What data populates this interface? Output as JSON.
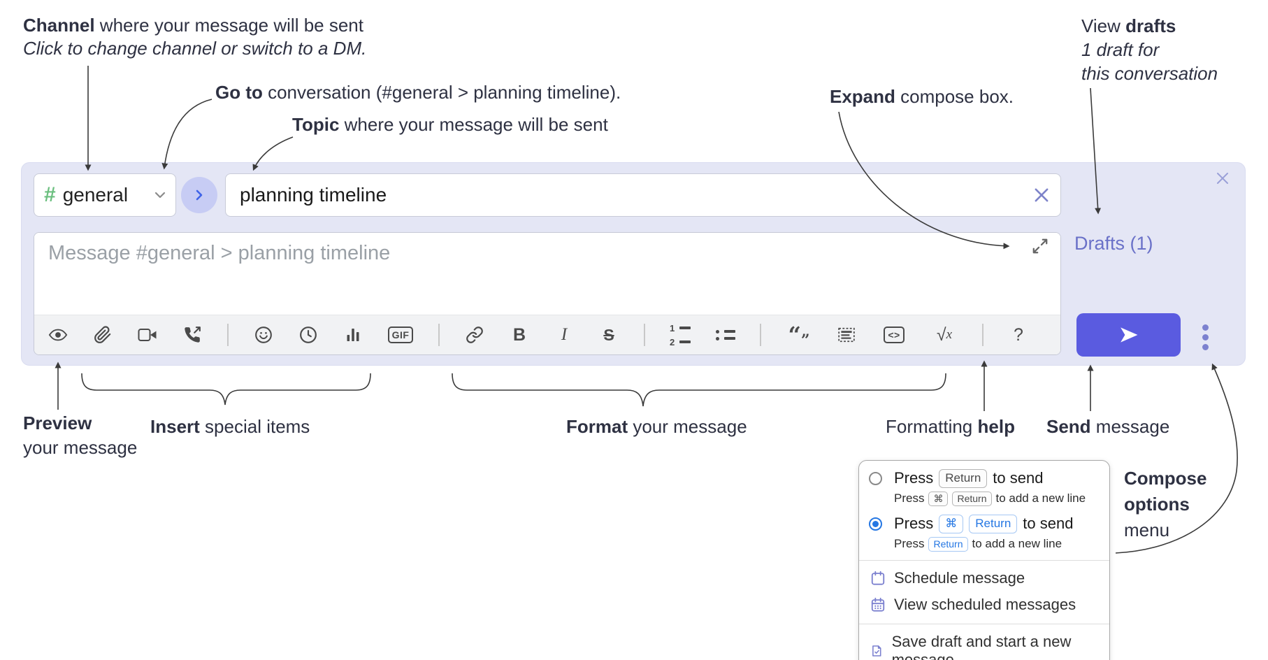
{
  "colors": {
    "compose_background": "#e4e6f5",
    "send_button_accent": "#5a5be0",
    "drafts_link": "#6a71c8",
    "channel_hash_green": "#6bbf7f",
    "goto_chevron_blue": "#3f63e8",
    "radio_selected_blue": "#2577e3",
    "menu_icon_purple": "#7b80cf",
    "annotation_text": "#2e3142"
  },
  "annotations": {
    "channel": {
      "bold": "Channel",
      "rest": " where your message will be sent",
      "sub_italic": "Click to change channel or switch to a DM."
    },
    "go_to": {
      "bold": "Go to",
      "rest": " conversation (#general > planning timeline)."
    },
    "topic": {
      "bold": "Topic",
      "rest": " where your message will be sent"
    },
    "expand": {
      "bold": "Expand",
      "rest": " compose box."
    },
    "view_drafts": {
      "pre": "View ",
      "bold": "drafts",
      "line2_italic": "1 draft for",
      "line3_italic": "this conversation"
    },
    "preview": {
      "bold": "Preview",
      "line2": "your message"
    },
    "insert": {
      "bold": "Insert",
      "rest": " special items"
    },
    "format": {
      "bold": "Format",
      "rest": " your message"
    },
    "formatting_help": {
      "pre": "Formatting ",
      "bold": "help"
    },
    "send": {
      "bold": "Send",
      "rest": " message"
    },
    "compose_options": {
      "line1": "Compose",
      "line2": "options",
      "line3": "menu"
    }
  },
  "compose": {
    "channel": {
      "hash": "#",
      "name": "general"
    },
    "topic_value": "planning timeline",
    "message_placeholder": "Message #general > planning timeline",
    "drafts_link": "Drafts (1)"
  },
  "toolbar": {
    "gif": "GIF",
    "bold": "B",
    "italic": "I",
    "strike": "S",
    "ol_1": "1",
    "ol_2": "2",
    "quote_open": "“",
    "quote_close": "”",
    "code": "<>",
    "sqrt": "√",
    "math_x": "x",
    "help": "?"
  },
  "menu": {
    "option_return": {
      "pre": "Press",
      "kbd_return": "Return",
      "post": "to send",
      "sub_pre": "Press",
      "sub_kbd_cmd": "⌘",
      "sub_kbd_return": "Return",
      "sub_post": "to add a new line"
    },
    "option_cmd_return": {
      "pre": "Press",
      "kbd_cmd": "⌘",
      "kbd_return": "Return",
      "post": "to send",
      "sub_pre": "Press",
      "sub_kbd_return": "Return",
      "sub_post": "to add a new line"
    },
    "items": [
      "Schedule message",
      "View scheduled messages",
      "Save draft and start a new message"
    ]
  },
  "icons": {
    "preview": "eye-icon",
    "attach": "paperclip-icon",
    "video_call": "video-camera-icon",
    "voice_call": "phone-outgoing-icon",
    "emoji": "smiley-icon",
    "time": "clock-icon",
    "poll": "bar-chart-icon",
    "gif": "gif-icon",
    "link": "link-icon",
    "numbered_list": "ordered-list-icon",
    "bulleted_list": "unordered-list-icon",
    "quote": "quote-icon",
    "spoiler": "spoiler-icon",
    "code": "code-icon",
    "math": "latex-math-icon",
    "help": "question-icon",
    "expand": "expand-diagonal-icon",
    "send": "paper-plane-icon",
    "options": "vertical-dots-icon",
    "close": "x-icon",
    "clear_topic": "x-icon",
    "schedule": "calendar-icon",
    "view_scheduled": "calendar-grid-icon",
    "save_draft": "note-check-icon"
  }
}
